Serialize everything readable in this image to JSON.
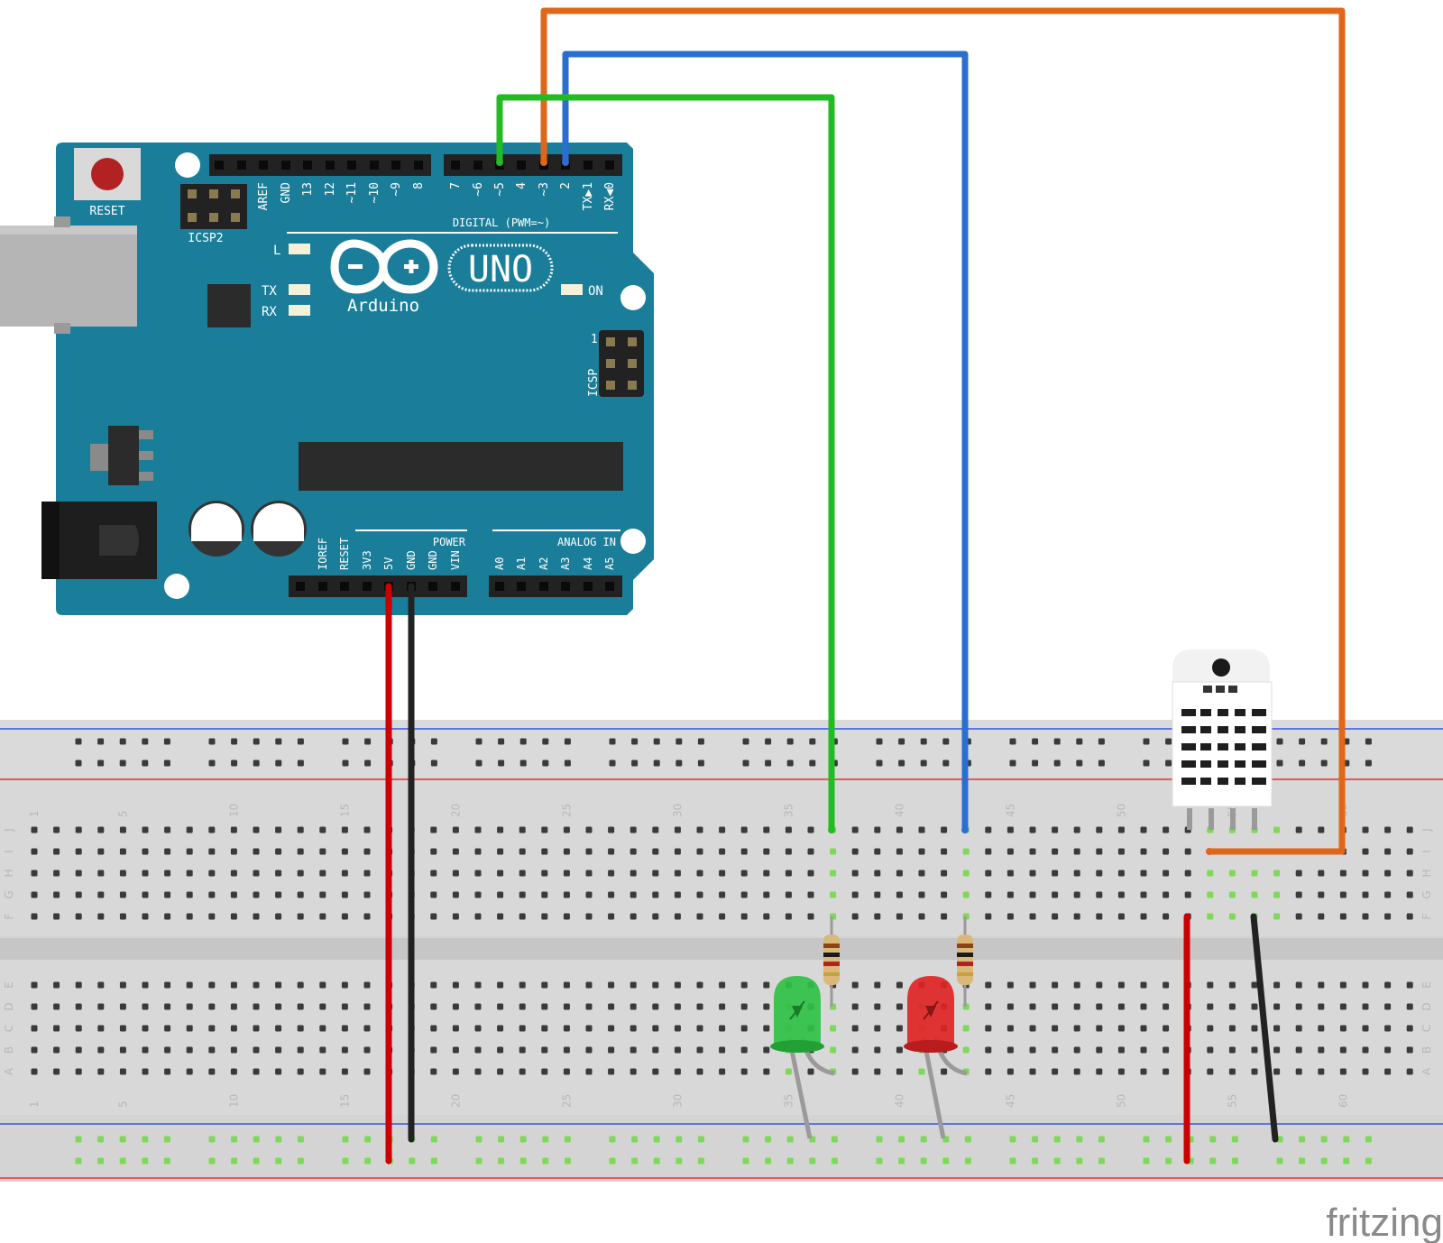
{
  "arduino": {
    "brand": "Arduino",
    "model": "UNO",
    "reset_label": "RESET",
    "icsp2_label": "ICSP2",
    "icsp_label": "ICSP",
    "icsp_pin1": "1",
    "led_l_label": "L",
    "led_tx_label": "TX",
    "led_rx_label": "RX",
    "led_on_label": "ON",
    "digital_label": "DIGITAL (PWM=~)",
    "power_label": "POWER",
    "analog_label": "ANALOG IN",
    "board_color": "#1a7e9a",
    "digital_left_pins": [
      "AREF",
      "GND",
      "13",
      "12",
      "~11",
      "~10",
      "~9",
      "8"
    ],
    "digital_right_pins": [
      "7",
      "~6",
      "~5",
      "4",
      "~3",
      "2",
      "TX▶1",
      "RX◀0"
    ],
    "power_pins": [
      "IOREF",
      "RESET",
      "3V3",
      "5V",
      "GND",
      "GND",
      "VIN"
    ],
    "analog_pins": [
      "A0",
      "A1",
      "A2",
      "A3",
      "A4",
      "A5"
    ]
  },
  "breadboard": {
    "row_letters_top": [
      "J",
      "I",
      "H",
      "G",
      "F"
    ],
    "row_letters_bottom": [
      "E",
      "D",
      "C",
      "B",
      "A"
    ],
    "column_numbers": [
      "1",
      "5",
      "10",
      "15",
      "20",
      "25",
      "30",
      "35",
      "40",
      "45",
      "50",
      "55",
      "60"
    ]
  },
  "components": {
    "led_green_color": "#2fc145",
    "led_red_color": "#e02424",
    "sensor": "DHT22"
  },
  "wires": [
    {
      "from": "Arduino 5V",
      "to": "breadboard power rail",
      "color": "#cc0000"
    },
    {
      "from": "Arduino GND",
      "to": "breadboard ground rail",
      "color": "#222222"
    },
    {
      "from": "Arduino pin ~5",
      "to": "green LED resistor column",
      "color": "#22bb22"
    },
    {
      "from": "Arduino pin 2",
      "to": "red LED resistor column",
      "color": "#2a6fcf"
    },
    {
      "from": "Arduino pin ~3",
      "to": "DHT22 data pin",
      "color": "#e0661a"
    }
  ],
  "watermark": "fritzing"
}
